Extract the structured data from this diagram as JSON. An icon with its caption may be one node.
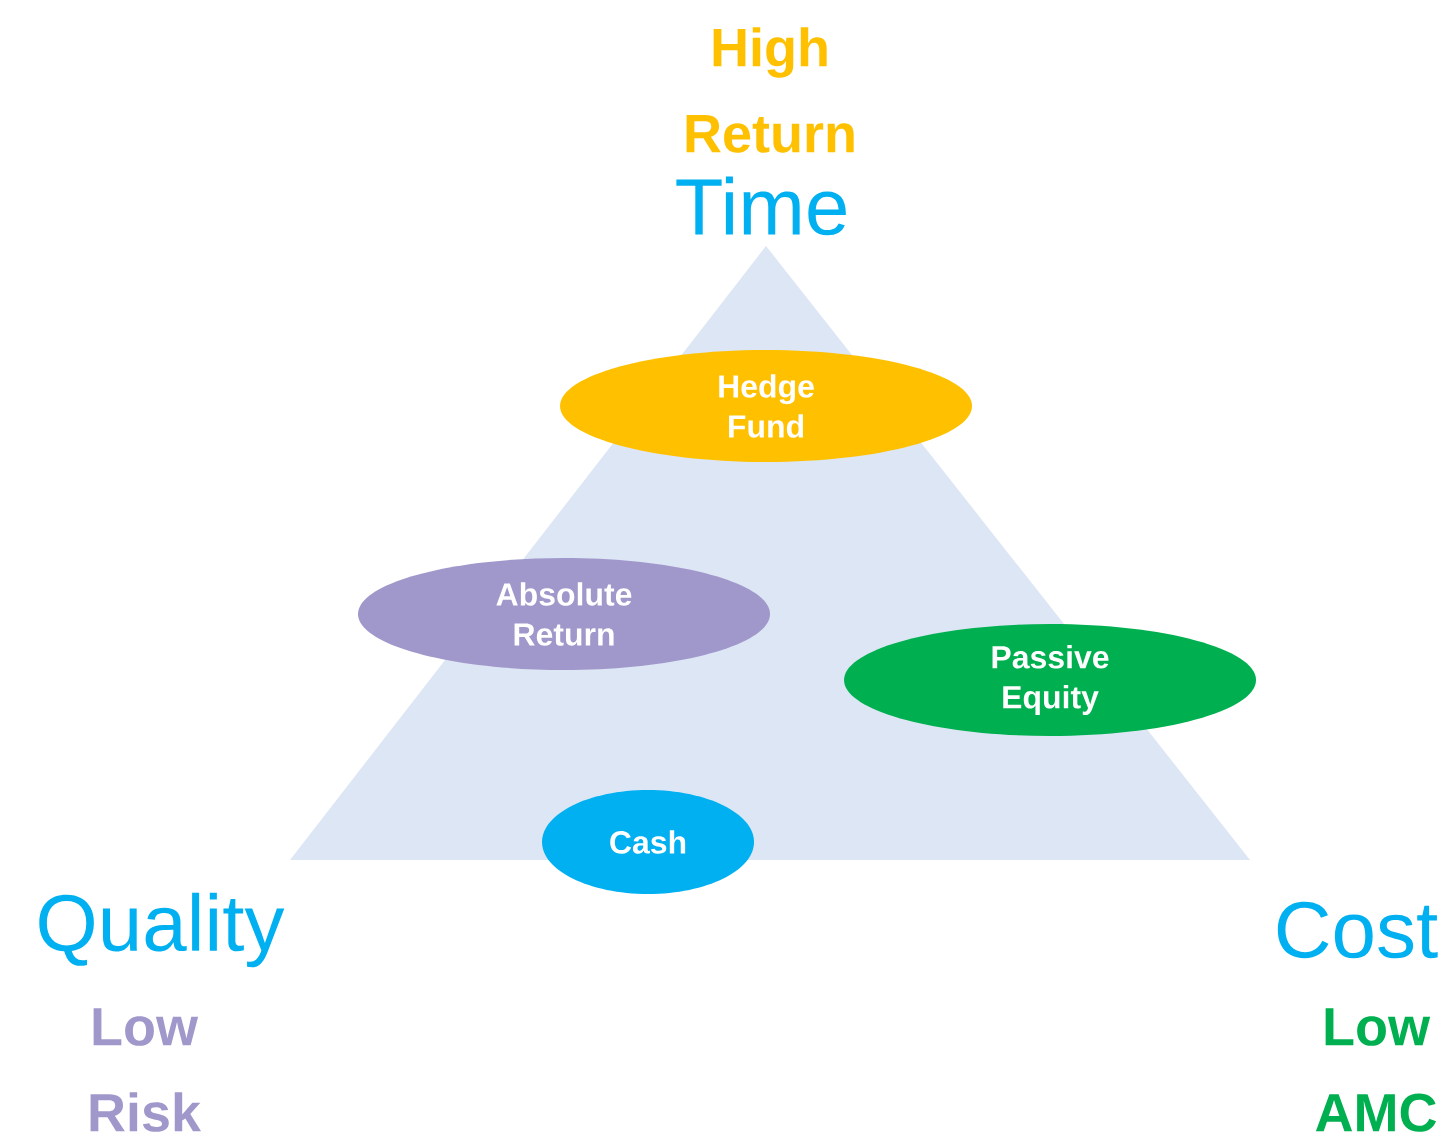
{
  "diagram": {
    "nodes": [
      {
        "text": [
          "Hedge Fund"
        ]
      },
      {
        "text": [
          "Absolute Return"
        ]
      },
      {
        "text": [
          "Passive Equity"
        ]
      },
      {
        "text": [
          "Cash"
        ]
      }
    ],
    "labels": [
      "High Return",
      "Time",
      "Quality",
      "Low Risk",
      "Cost",
      "Low AMC"
    ]
  }
}
